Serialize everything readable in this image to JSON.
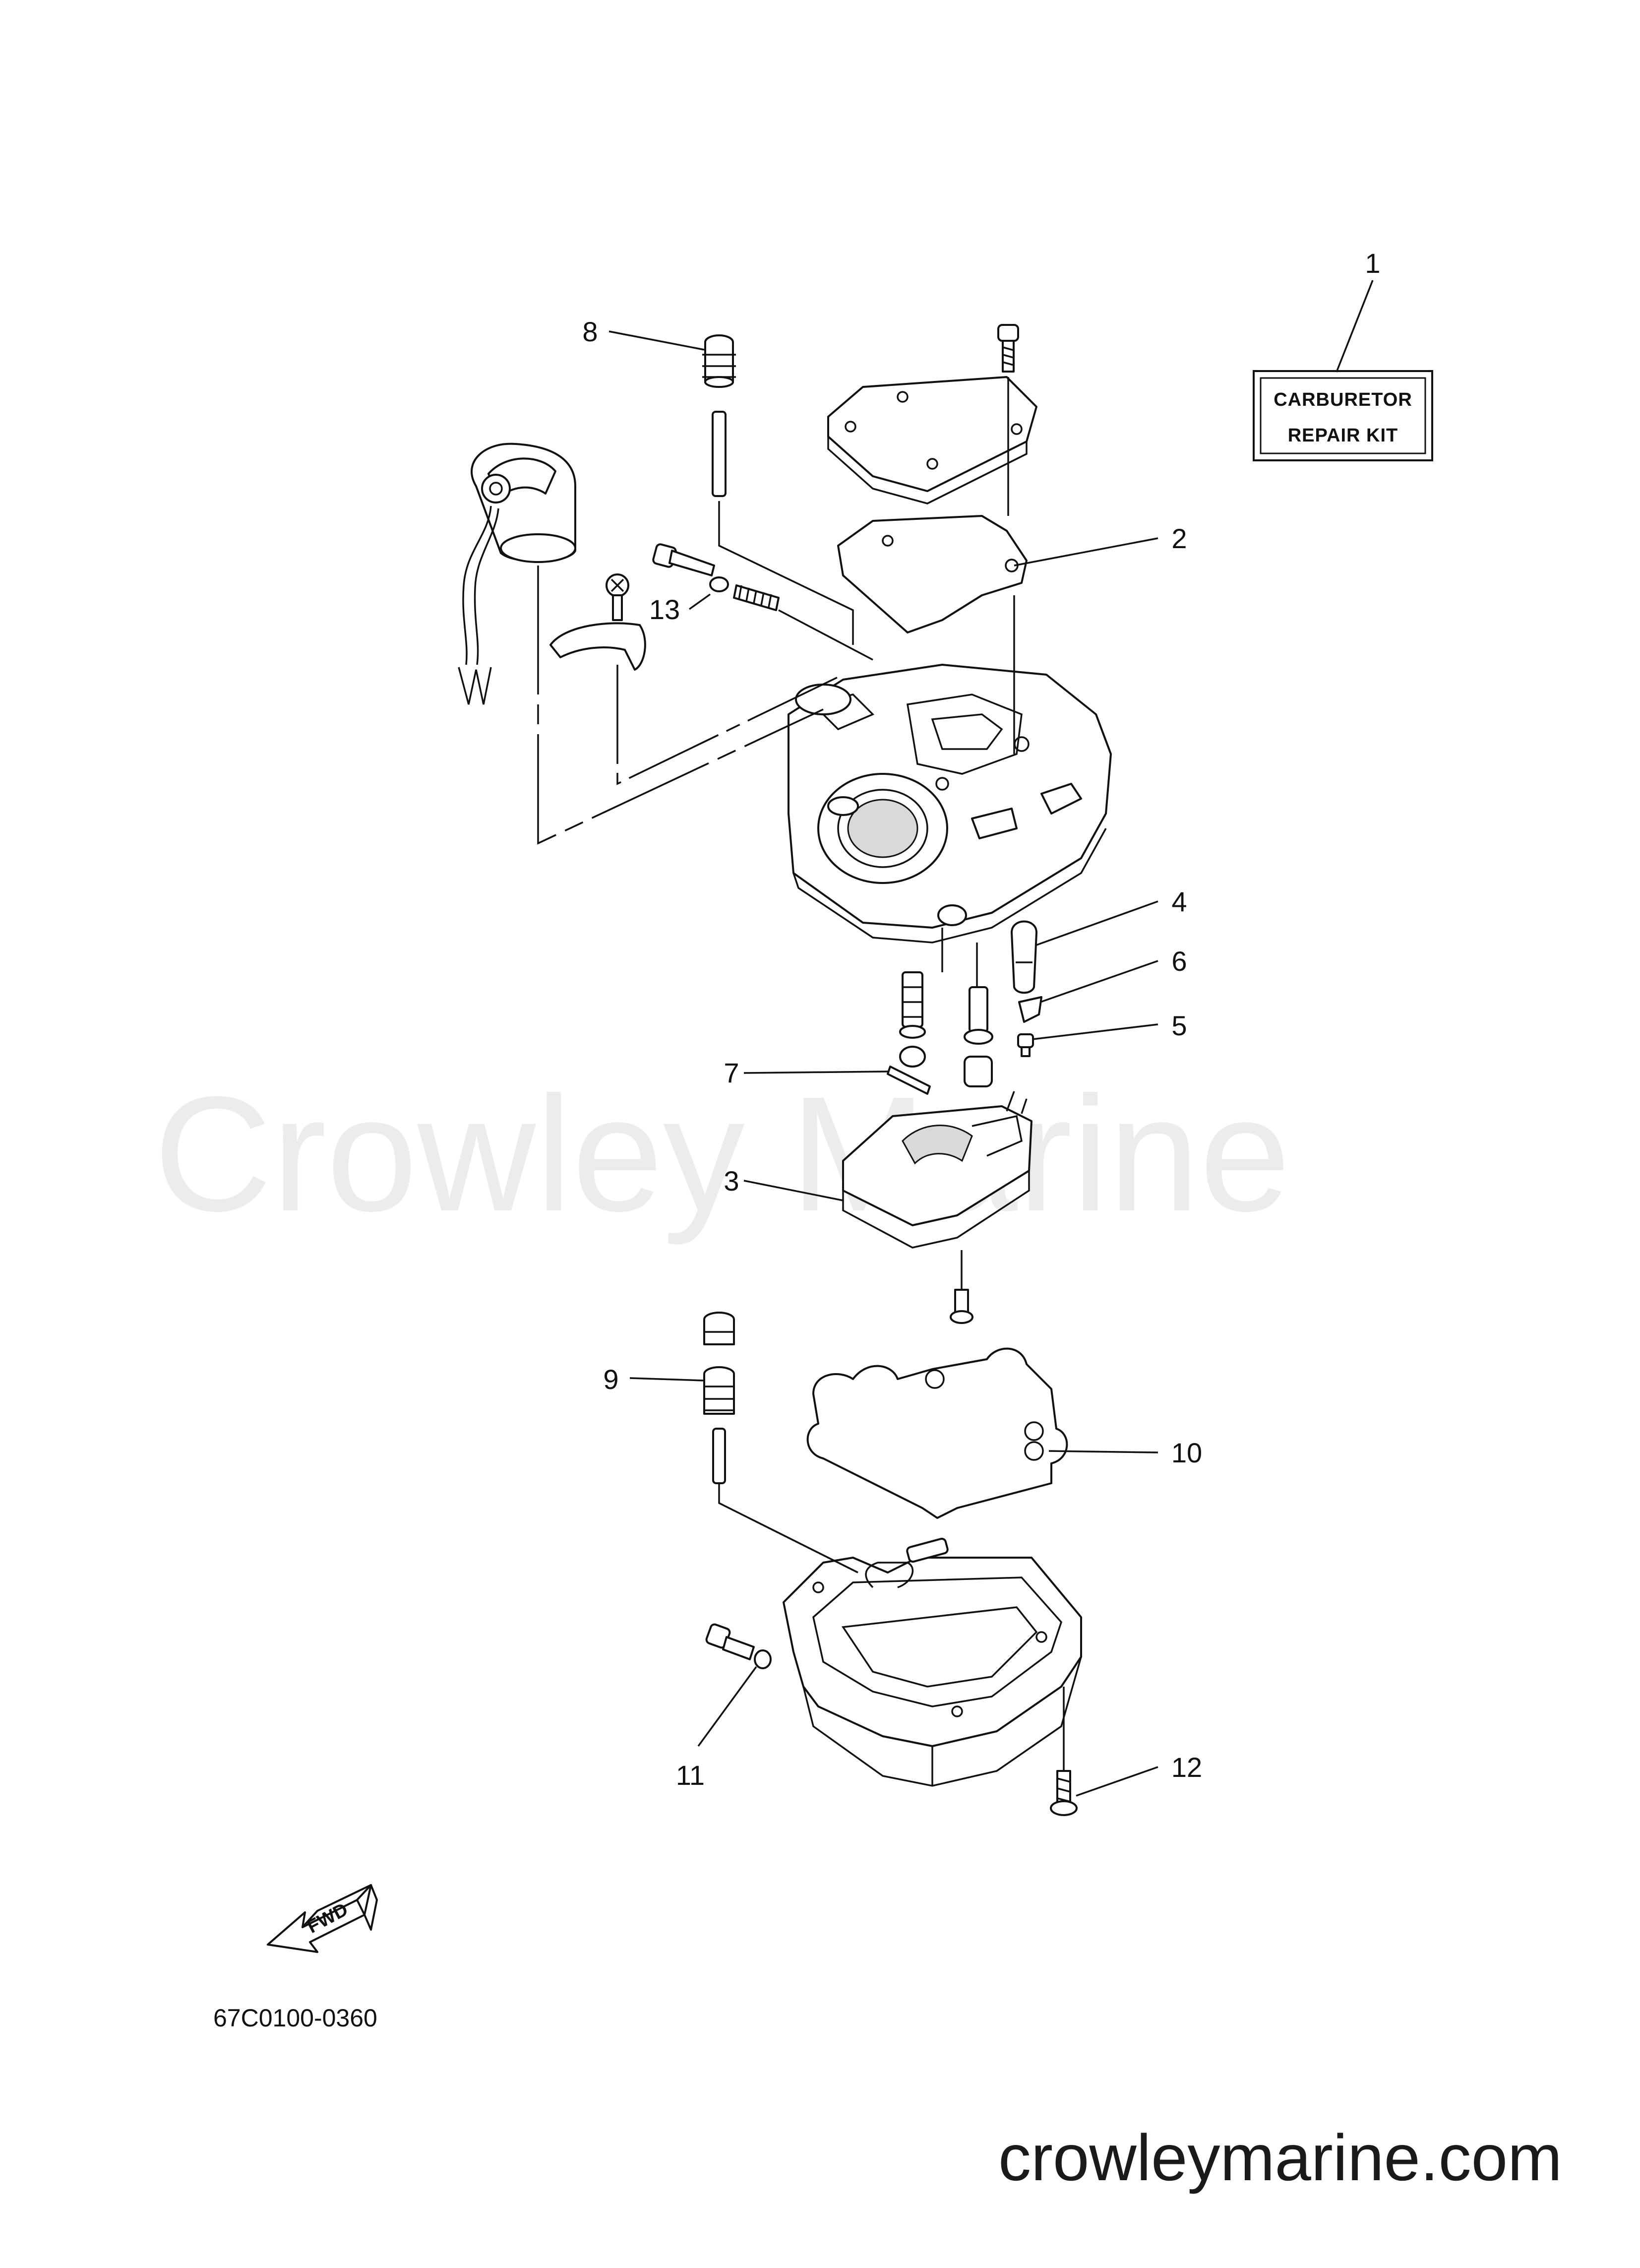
{
  "diagram": {
    "callouts": [
      "1",
      "2",
      "3",
      "4",
      "5",
      "6",
      "7",
      "8",
      "9",
      "10",
      "11",
      "12",
      "13"
    ],
    "kit_label": {
      "line1": "CARBURETOR",
      "line2": "REPAIR  KIT"
    },
    "forward_marker": "FWD",
    "drawing_code": "67C0100-0360"
  },
  "watermark": {
    "overlay": "Crowley Marine",
    "site": "crowleymarine.com"
  }
}
